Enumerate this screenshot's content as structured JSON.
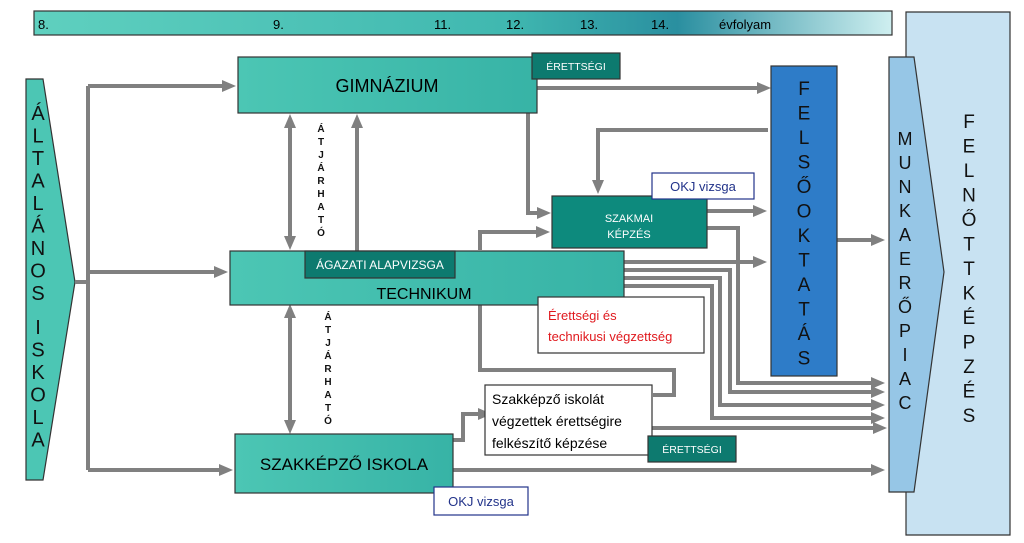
{
  "timeline": {
    "labels": [
      "8.",
      "9.",
      "11.",
      "12.",
      "13.",
      "14.",
      "évfolyam"
    ]
  },
  "boxes": {
    "altalanos": "ÁLTALÁNOS ISKOLA",
    "gimnazium": "GIMNÁZIUM",
    "technikum": "TECHNIKUM",
    "agazati": "ÁGAZATI ALAPVIZSGA",
    "szakkepzo": "SZAKKÉPZŐ ISKOLA",
    "szakmai_line1": "SZAKMAI",
    "szakmai_line2": "KÉPZÉS",
    "felsooktatas": "FELSŐOKTATÁS",
    "munkaeropiac": "MUNKAERŐPIAC",
    "felnottkepzes": "FELNŐTTKÉPZÉS"
  },
  "badges": {
    "erettsegi_gim": "ÉRETTSÉGI",
    "erettsegi_szak": "ÉRETTSÉGI",
    "okj_1": "OKJ vizsga",
    "okj_2": "OKJ vizsga"
  },
  "notes": {
    "erettsegi_tech_1": "Érettségi és",
    "erettsegi_tech_2": "technikusi végzettség",
    "szakk_prep_1": "Szakképző iskolát",
    "szakk_prep_2": "végzettek érettségire",
    "szakk_prep_3": "felkészítő képzése"
  },
  "atjarhato": {
    "upper": "ÁTJÁRHATÓ",
    "lower": "ÁTJÁRHATÓ"
  },
  "colors": {
    "teal": "#3cbfae",
    "dark_teal": "#0d7a6f",
    "blue": "#2e7cc8",
    "light_blue": "#96c6e6",
    "pale_blue": "#c8e2f2",
    "arrow_gray": "#7a7a7a",
    "red_text": "#e0191e",
    "navy_text": "#22338a"
  }
}
